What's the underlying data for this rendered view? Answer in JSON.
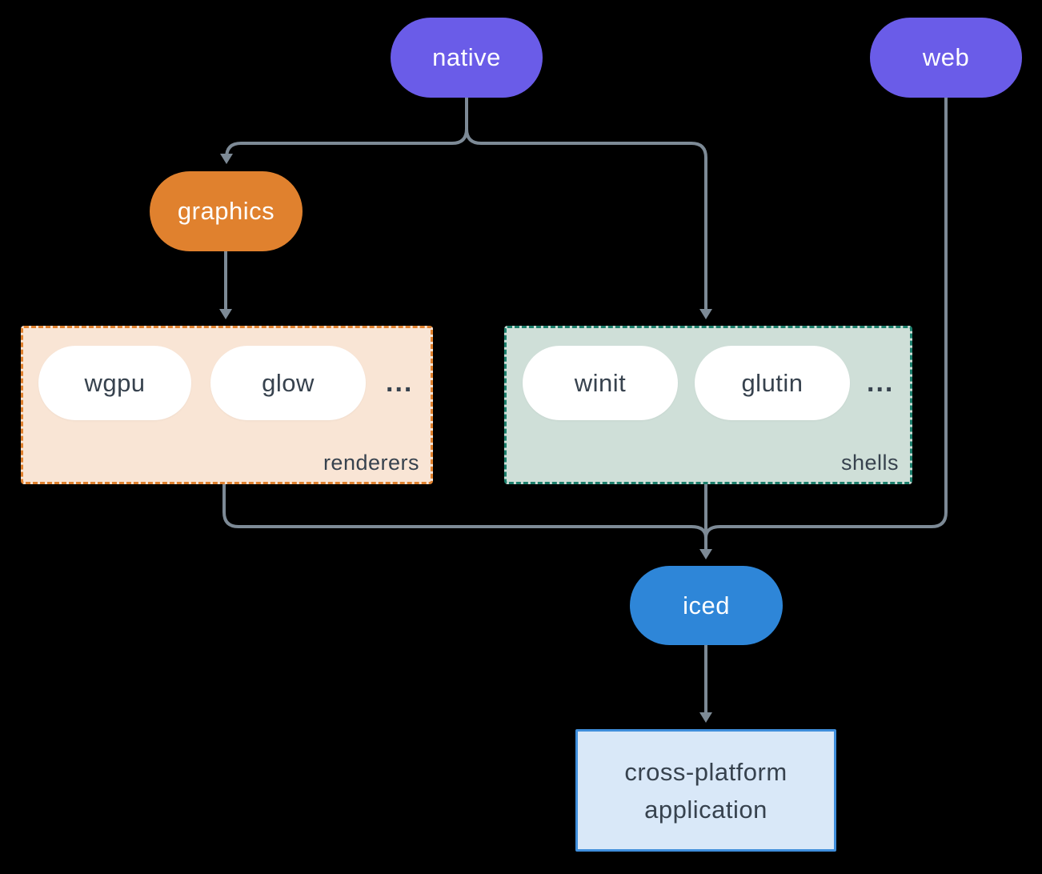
{
  "diagram": {
    "background_color": "#000000",
    "edge_color": "#7d8a96",
    "nodes": {
      "native": {
        "label": "native",
        "color": "#6a5ce8",
        "text_color": "#ffffff"
      },
      "web": {
        "label": "web",
        "color": "#6a5ce8",
        "text_color": "#ffffff"
      },
      "graphics": {
        "label": "graphics",
        "color": "#e0812e",
        "text_color": "#ffffff"
      },
      "iced": {
        "label": "iced",
        "color": "#2e86d8",
        "text_color": "#ffffff"
      },
      "wgpu": {
        "label": "wgpu",
        "color": "#ffffff",
        "text_color": "#37424e"
      },
      "glow": {
        "label": "glow",
        "color": "#ffffff",
        "text_color": "#37424e"
      },
      "winit": {
        "label": "winit",
        "color": "#ffffff",
        "text_color": "#37424e"
      },
      "glutin": {
        "label": "glutin",
        "color": "#ffffff",
        "text_color": "#37424e"
      },
      "application": {
        "line1": "cross-platform",
        "line2": "application",
        "bg": "#d9e8f8",
        "border": "#3f8edb",
        "text_color": "#37424e"
      }
    },
    "groups": {
      "renderers": {
        "label": "renderers",
        "ellipsis": "...",
        "bg": "#f9e5d5",
        "border": "#e0812e"
      },
      "shells": {
        "label": "shells",
        "ellipsis": "...",
        "bg": "#cfdfd8",
        "border": "#1c7f6c"
      }
    },
    "edges": [
      {
        "from": "native",
        "to": "graphics"
      },
      {
        "from": "native",
        "to": "shells"
      },
      {
        "from": "graphics",
        "to": "renderers"
      },
      {
        "from": "renderers",
        "to": "iced"
      },
      {
        "from": "shells",
        "to": "iced"
      },
      {
        "from": "web",
        "to": "iced"
      },
      {
        "from": "iced",
        "to": "application"
      }
    ]
  }
}
